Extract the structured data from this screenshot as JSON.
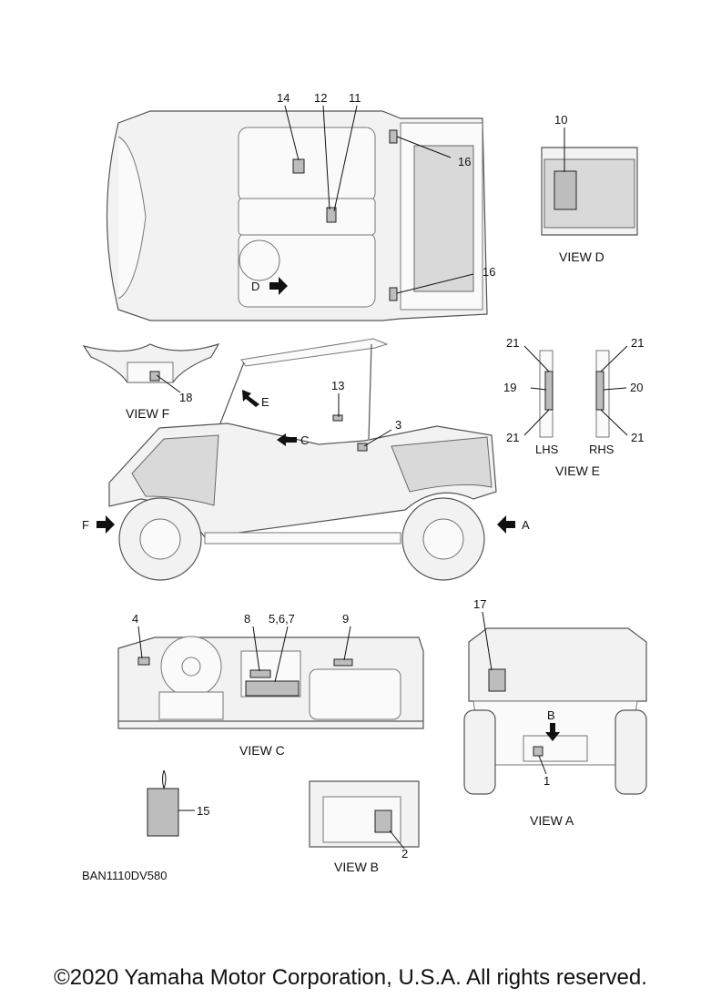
{
  "views": {
    "view_d": "VIEW D",
    "view_e": "VIEW E",
    "view_f": "VIEW F",
    "view_c": "VIEW C",
    "view_a": "VIEW A",
    "view_b": "VIEW B"
  },
  "view_e_sides": {
    "lhs": "LHS",
    "rhs": "RHS"
  },
  "direction_letters": {
    "d": "D",
    "e": "E",
    "c": "C",
    "f": "F",
    "a": "A",
    "b": "B"
  },
  "callouts": {
    "c1": "1",
    "c2": "2",
    "c3": "3",
    "c4": "4",
    "c5_6_7": "5,6,7",
    "c8": "8",
    "c9": "9",
    "c10": "10",
    "c11": "11",
    "c12": "12",
    "c13": "13",
    "c14": "14",
    "c15": "15",
    "c16a": "16",
    "c16b": "16",
    "c17": "17",
    "c18": "18",
    "c19": "19",
    "c20": "20",
    "c21a": "21",
    "c21b": "21",
    "c21c": "21",
    "c21d": "21"
  },
  "part_code": "BAN1110DV580",
  "copyright": "©2020 Yamaha Motor Corporation, U.S.A. All rights reserved."
}
